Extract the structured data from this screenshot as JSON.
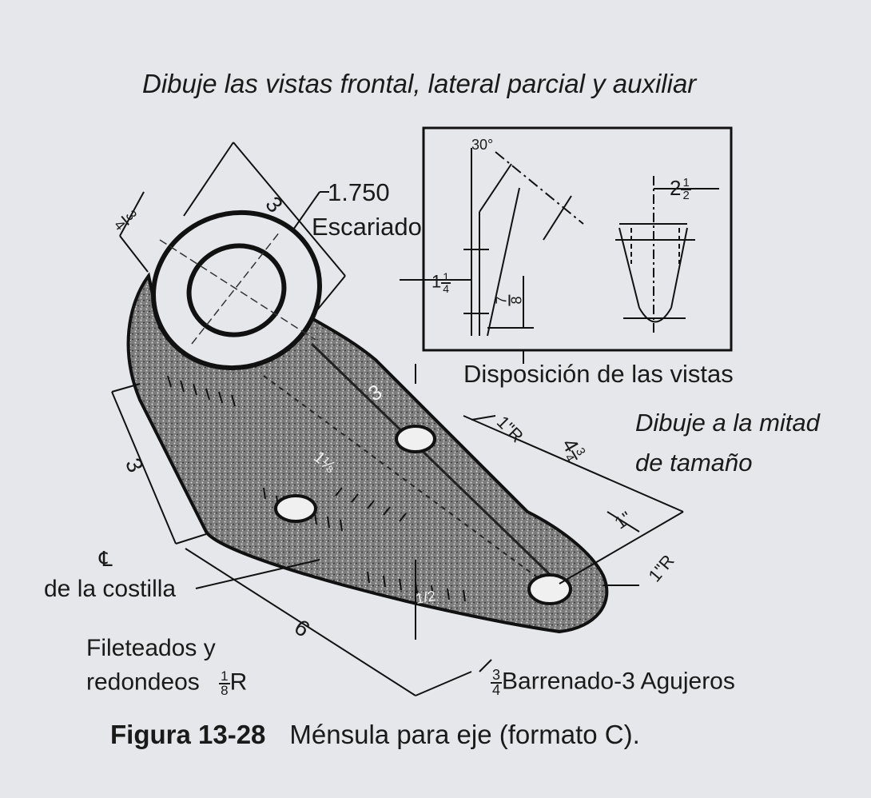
{
  "header": {
    "instruction": "Dibuje las vistas frontal, lateral parcial y auxiliar"
  },
  "inset": {
    "angle": "30°",
    "dim_width": "2",
    "dim_width_num": "1",
    "dim_width_den": "2",
    "dim_left": "1",
    "dim_left_num": "1",
    "dim_left_den": "4",
    "dim_depth_num": "7",
    "dim_depth_den": "8",
    "caption": "Disposición de las vistas"
  },
  "labels": {
    "bore_diameter": "1.750",
    "bore_note": "Escariado",
    "scale_line1": "Dibuje a la mitad",
    "scale_line2": "de tamaño",
    "rib_symbol": "℄",
    "rib_label": "de la costilla",
    "fillets_line1": "Fileteados y",
    "fillets_line2": "redondeos",
    "fillet_num": "1",
    "fillet_den": "8",
    "fillet_suffix": "R",
    "hole_num": "3",
    "hole_den": "4",
    "hole_note": "Barrenado-3 Agujeros"
  },
  "dimensions": {
    "top_3": "3",
    "boss_num": "3",
    "boss_den": "4",
    "left_3": "3",
    "bottom_6": "6",
    "mid_3": "3",
    "radius_top": "1\"R",
    "radius_end": "1\"R",
    "one_inch": "1\"",
    "diag_whole": "4",
    "diag_num": "3",
    "diag_den": "4",
    "rib_dim": "1⅛",
    "web_dim": "1/2"
  },
  "figure": {
    "number": "Figura 13-28",
    "title": "Ménsula para eje (formato C)."
  }
}
